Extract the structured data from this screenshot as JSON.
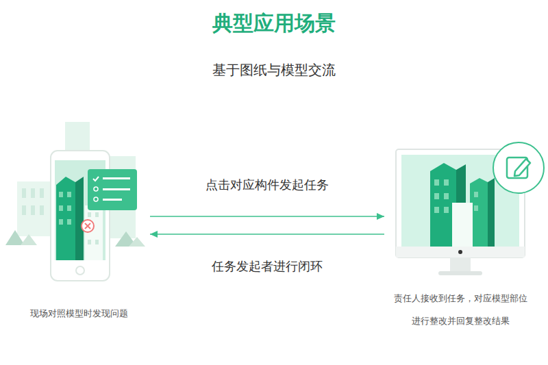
{
  "diagram": {
    "title": "典型应用场景",
    "nodes": [
      {
        "text": [
          "现场对照模型时发现问题"
        ]
      },
      {
        "text": [
          "责任人接收到任务，对应模型部位 进行整改并回复整改结果"
        ]
      }
    ],
    "edges": [
      {
        "from": 0,
        "to": 1,
        "arrow": "to",
        "label": "点击对应构件发起任务"
      },
      {
        "from": 1,
        "to": 0,
        "arrow": "to",
        "label": "任务发起者进行闭环"
      }
    ],
    "labels": [
      "基于图纸与模型交流"
    ]
  }
}
